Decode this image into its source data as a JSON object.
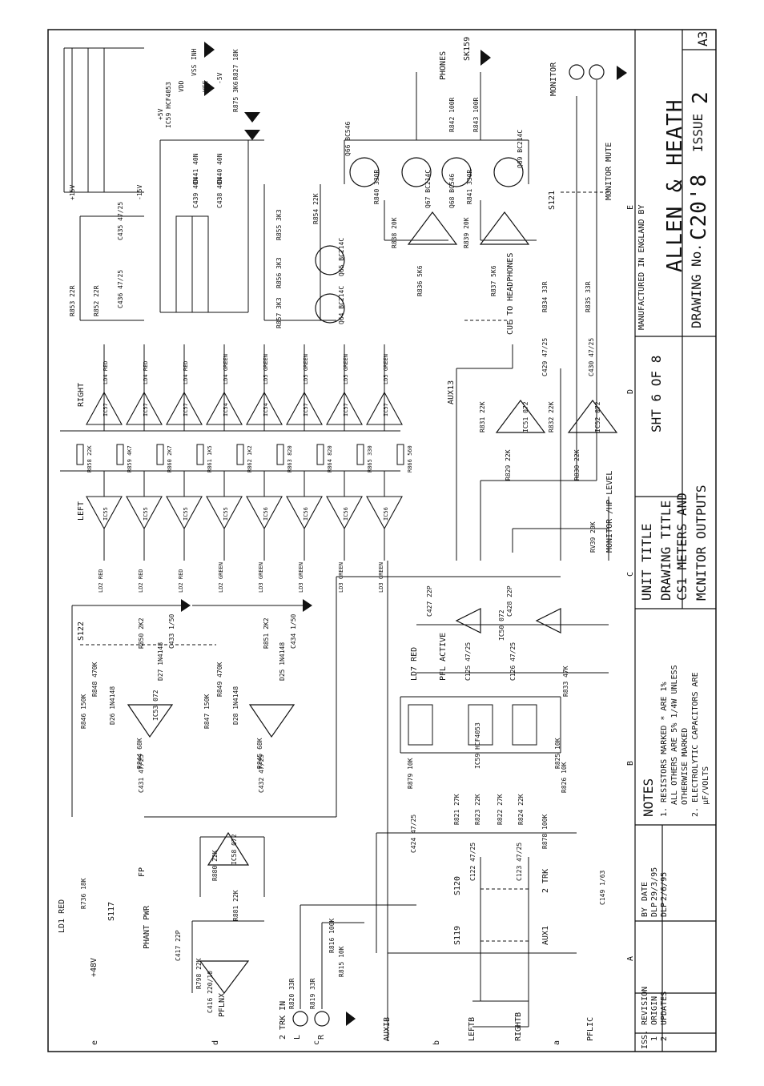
{
  "title_block": {
    "company": "ALLEN & HEATH",
    "made_in": "MANUFACTURED IN ENGLAND BY",
    "drawing_no_label": "DRAWING No.",
    "drawing_no": "C20'8",
    "issue_label": "ISSUE",
    "issue": "2",
    "sheet_size": "A3",
    "unit_title_label": "UNIT TITLE",
    "drawing_title_label": "DRAWING TITLE",
    "drawing_title_line1": "CS1 METERS AND",
    "drawing_title_line2": "MCNITOR OUTPUTS",
    "sheet": "SHT 6 OF 8"
  },
  "notes": {
    "heading": "NOTES",
    "line1": "1. RESISTORS MARKED * ARE 1%",
    "line2": "ALL OTHERS ARE 5% 1/4W UNLESS",
    "line3": "OTHERWISE MARKED",
    "line4": "2. ELECTROLYTIC CAPACITORS ARE",
    "line5": "µF/VOLTS"
  },
  "revision_table": {
    "headers": [
      "ISS.",
      "REVISION",
      "BY",
      "DATE"
    ],
    "rows": [
      {
        "iss": "1",
        "revision": "ORIGIN",
        "by": "DLP",
        "date": "29/3/95"
      },
      {
        "iss": "2",
        "revision": "UPDATES",
        "by": "DLP",
        "date": "2/6/95"
      }
    ]
  },
  "border_letters": [
    "a",
    "b",
    "c",
    "d",
    "e"
  ],
  "grid_labels": [
    "A",
    "B",
    "C",
    "D",
    "E"
  ],
  "inputs": {
    "two_trk_in": "2 TRK IN",
    "l": "L",
    "r": "R",
    "auxib": "AUXIB",
    "leftb": "LEFTB",
    "rightb": "RIGHTB",
    "pflic": "PFLIC",
    "pflnx": "PFLNX",
    "fp": "FP",
    "phant_pwr": "PHANT PWR",
    "plus48": "+48V",
    "aux13": "AUX13",
    "cue_to_hp": "CUE TO HEADPHONES",
    "monitor": "MONITOR",
    "monitor_mute": "MONITOR MUTE",
    "phones": "PHONES",
    "sk159": "SK159",
    "monitor_hp_level": "MONITOR /HP LEVEL",
    "pfl_active": "PFL ACTIVE",
    "left": "LEFT",
    "right": "RIGHT",
    "aux1": "AUX1",
    "two_trk": "2 TRK",
    "s119": "S119",
    "s120": "S120",
    "s117": "S117",
    "s121": "S121",
    "s122": "S122",
    "ld1_red": "LD1 RED",
    "ld7_red": "LD7 RED"
  },
  "meter_left": {
    "resistors": [
      "R858 22K",
      "R859 4K7",
      "R860 2K7",
      "R861 1K5",
      "R862 1K2",
      "R863 820",
      "R864 820",
      "R865 330",
      "R866 560"
    ],
    "leds": [
      "LD2 RED",
      "LD2 RED",
      "LD2 RED",
      "LD2 GREEN",
      "LD3 GREEN",
      "LD3 GREEN",
      "LD3 GREEN",
      "LD3 GREEN"
    ],
    "ics": [
      "IC55",
      "IC55",
      "IC55",
      "IC55",
      "IC56",
      "IC56",
      "IC56",
      "IC56"
    ]
  },
  "meter_right": {
    "leds": [
      "LD4 RED",
      "LD4 RED",
      "LD4 RED",
      "LD4 GREEN",
      "LD5 GREEN",
      "LD5 GREEN",
      "LD5 GREEN",
      "LD5 GREEN"
    ],
    "ics": [
      "IC57",
      "IC57",
      "IC57",
      "IC54",
      "IC54",
      "IC57",
      "IC57",
      "IC57"
    ]
  },
  "power": {
    "plus15": "+15V",
    "minus15": "-15V",
    "plus5": "+5V",
    "minus5": "-5V",
    "c435": "C435 47/25",
    "c436": "C436 47/25",
    "r853": "R853 22R",
    "r852": "R852 22R",
    "ic59": "IC59 HCF4053",
    "r827": "R827 18K",
    "r875": "R875 3K6",
    "vdd": "VDD",
    "vss": "VSS",
    "vee": "VEE",
    "inh": "INH"
  },
  "components": {
    "ic50": "IC50 072",
    "ic51": "IC51 072",
    "ic52": "IC52 072",
    "ic53": "IC53 072",
    "ic58": "IC58 072",
    "ic59b": "IC59 HCF4053",
    "q64": "Q64 BC214C",
    "q65": "Q65 BC214C",
    "q66": "Q66 BC546",
    "q67": "Q67 BC214C",
    "q68": "Q68 BC546",
    "q69": "Q69 BC214C",
    "c433": "C433 1/50",
    "c434": "C434 1/50",
    "c431": "C431 47/25",
    "c432": "C432 47/25",
    "c424": "C424 47/25",
    "c125": "C125 47/25",
    "c126": "C126 47/25",
    "c149": "C149 1/63",
    "c122": "C122 47/25",
    "c123": "C123 47/25",
    "c416": "C416 220/10",
    "c417": "C417 22P",
    "c427": "C427 22P",
    "c428": "C428 22P",
    "r878": "R878 100K",
    "r880": "R880 22K",
    "r881": "R881 22K",
    "r879": "R879 10K",
    "r815": "R815 10K",
    "r816": "R816 100K",
    "r819": "R819 33R",
    "r820": "R820 33R",
    "r821": "R821 27K",
    "r822": "R822 27K",
    "r823": "R823 22K",
    "r824": "R824 22K",
    "r825": "R825 10K",
    "r826": "R826 10K",
    "r833": "R833 47K",
    "r834": "R834 33R",
    "r835": "R835 33R",
    "r836": "R836 5K6",
    "r837": "R837 5K6",
    "r838": "R838 20K",
    "r839": "R839 20K",
    "r840": "R840 330R",
    "r841": "R841 330R",
    "r842": "R842 100R",
    "r843": "R843 100R",
    "r854": "R854 22K",
    "r855": "R855 3K3",
    "r856": "R856 3K3",
    "r857": "R857 3K3",
    "r844": "R844 68K",
    "r845": "R845 68K",
    "r846": "R846 150K",
    "r847": "R847 150K",
    "r848": "R848 470K",
    "r849": "R849 470K",
    "r850": "R850 2K2",
    "r851": "R851 2K2",
    "d26": "D26 1N4148",
    "d27": "D27 1N4148",
    "d28": "D28 1N4148",
    "d25": "D25 1N4148",
    "rv39": "RV39 20K",
    "r829": "R829 22K",
    "r830": "R830 22K",
    "r831": "R831 22K",
    "r832": "R832 22K",
    "c429": "C429 47/25",
    "c430": "C430 47/25",
    "c438": "C438 40N",
    "c439": "C439 40N",
    "c440": "C440 40N",
    "c441": "C441 40N",
    "r736": "R736 18K",
    "r798": "R798 22K"
  }
}
